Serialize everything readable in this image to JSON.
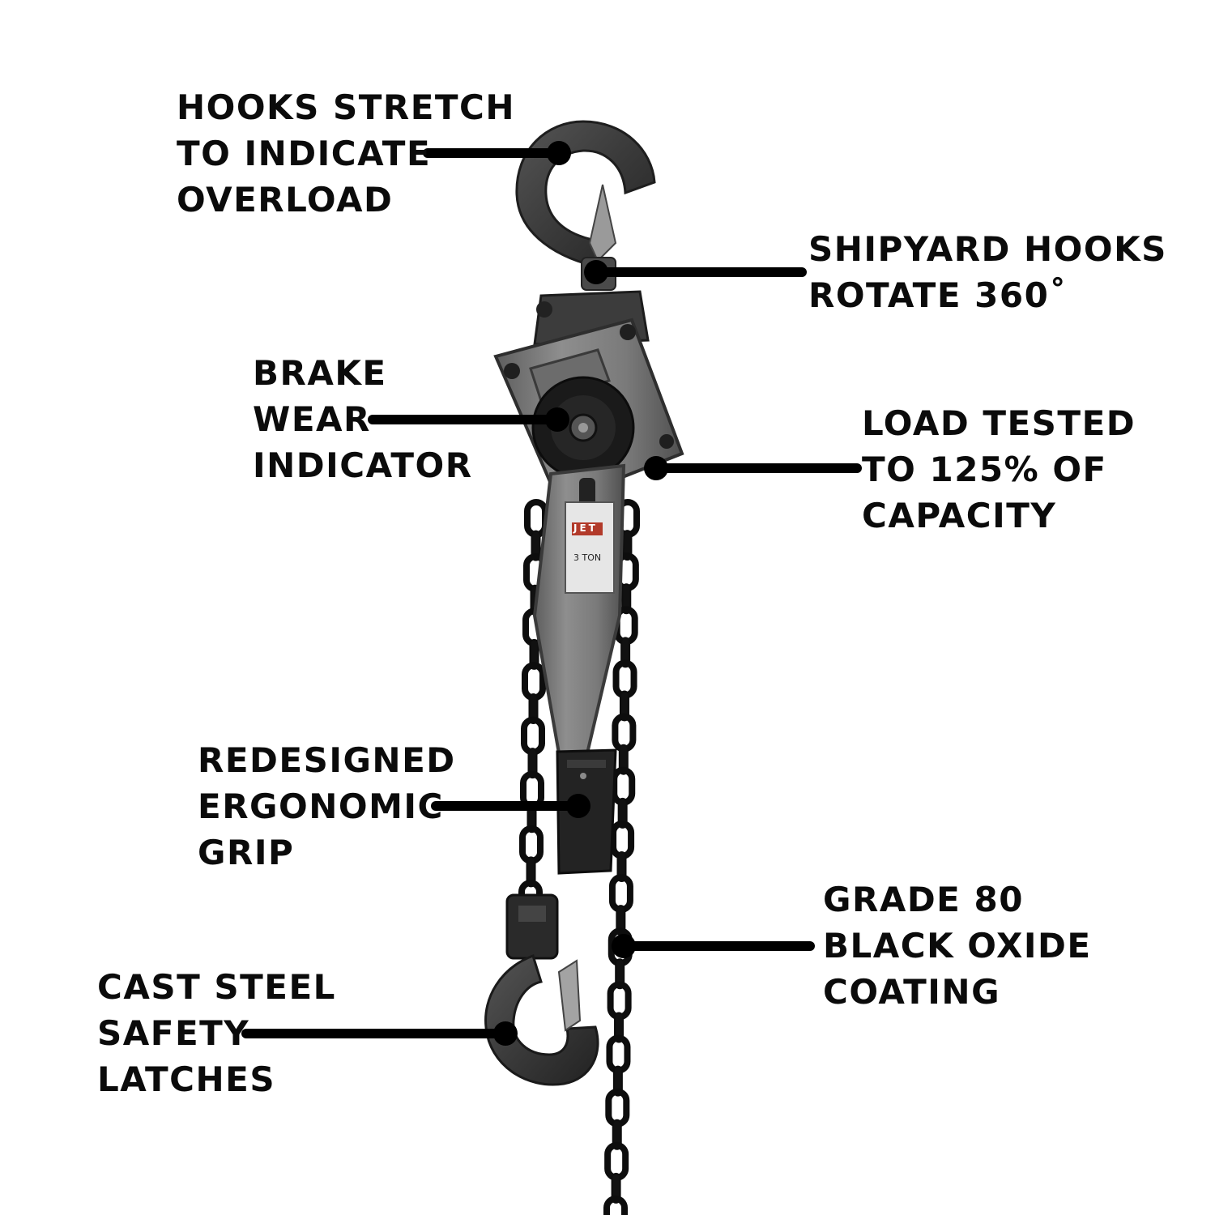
{
  "callouts": {
    "hooks_stretch": [
      "HOOKS STRETCH",
      "TO INDICATE",
      "OVERLOAD"
    ],
    "shipyard_hooks": [
      "SHIPYARD HOOKS",
      "ROTATE 360˚"
    ],
    "brake_wear": [
      "BRAKE",
      "WEAR",
      "INDICATOR"
    ],
    "load_tested": [
      "LOAD TESTED",
      "TO 125% OF",
      "CAPACITY"
    ],
    "ergonomic_grip": [
      "REDESIGNED",
      "ERGONOMIC",
      "GRIP"
    ],
    "grade_80": [
      "GRADE 80",
      "BLACK OXIDE",
      "COATING"
    ],
    "safety_latches": [
      "CAST STEEL",
      "SAFETY",
      "LATCHES"
    ]
  },
  "nameplate": {
    "brand": "JET",
    "capacity": "3 TON"
  },
  "colors": {
    "background": "#ffffff",
    "text": "#0b0b0b",
    "leader": "#000000",
    "body_metal": "#7a7a7a",
    "hook": "#3a3a3a",
    "chain": "#111111"
  }
}
